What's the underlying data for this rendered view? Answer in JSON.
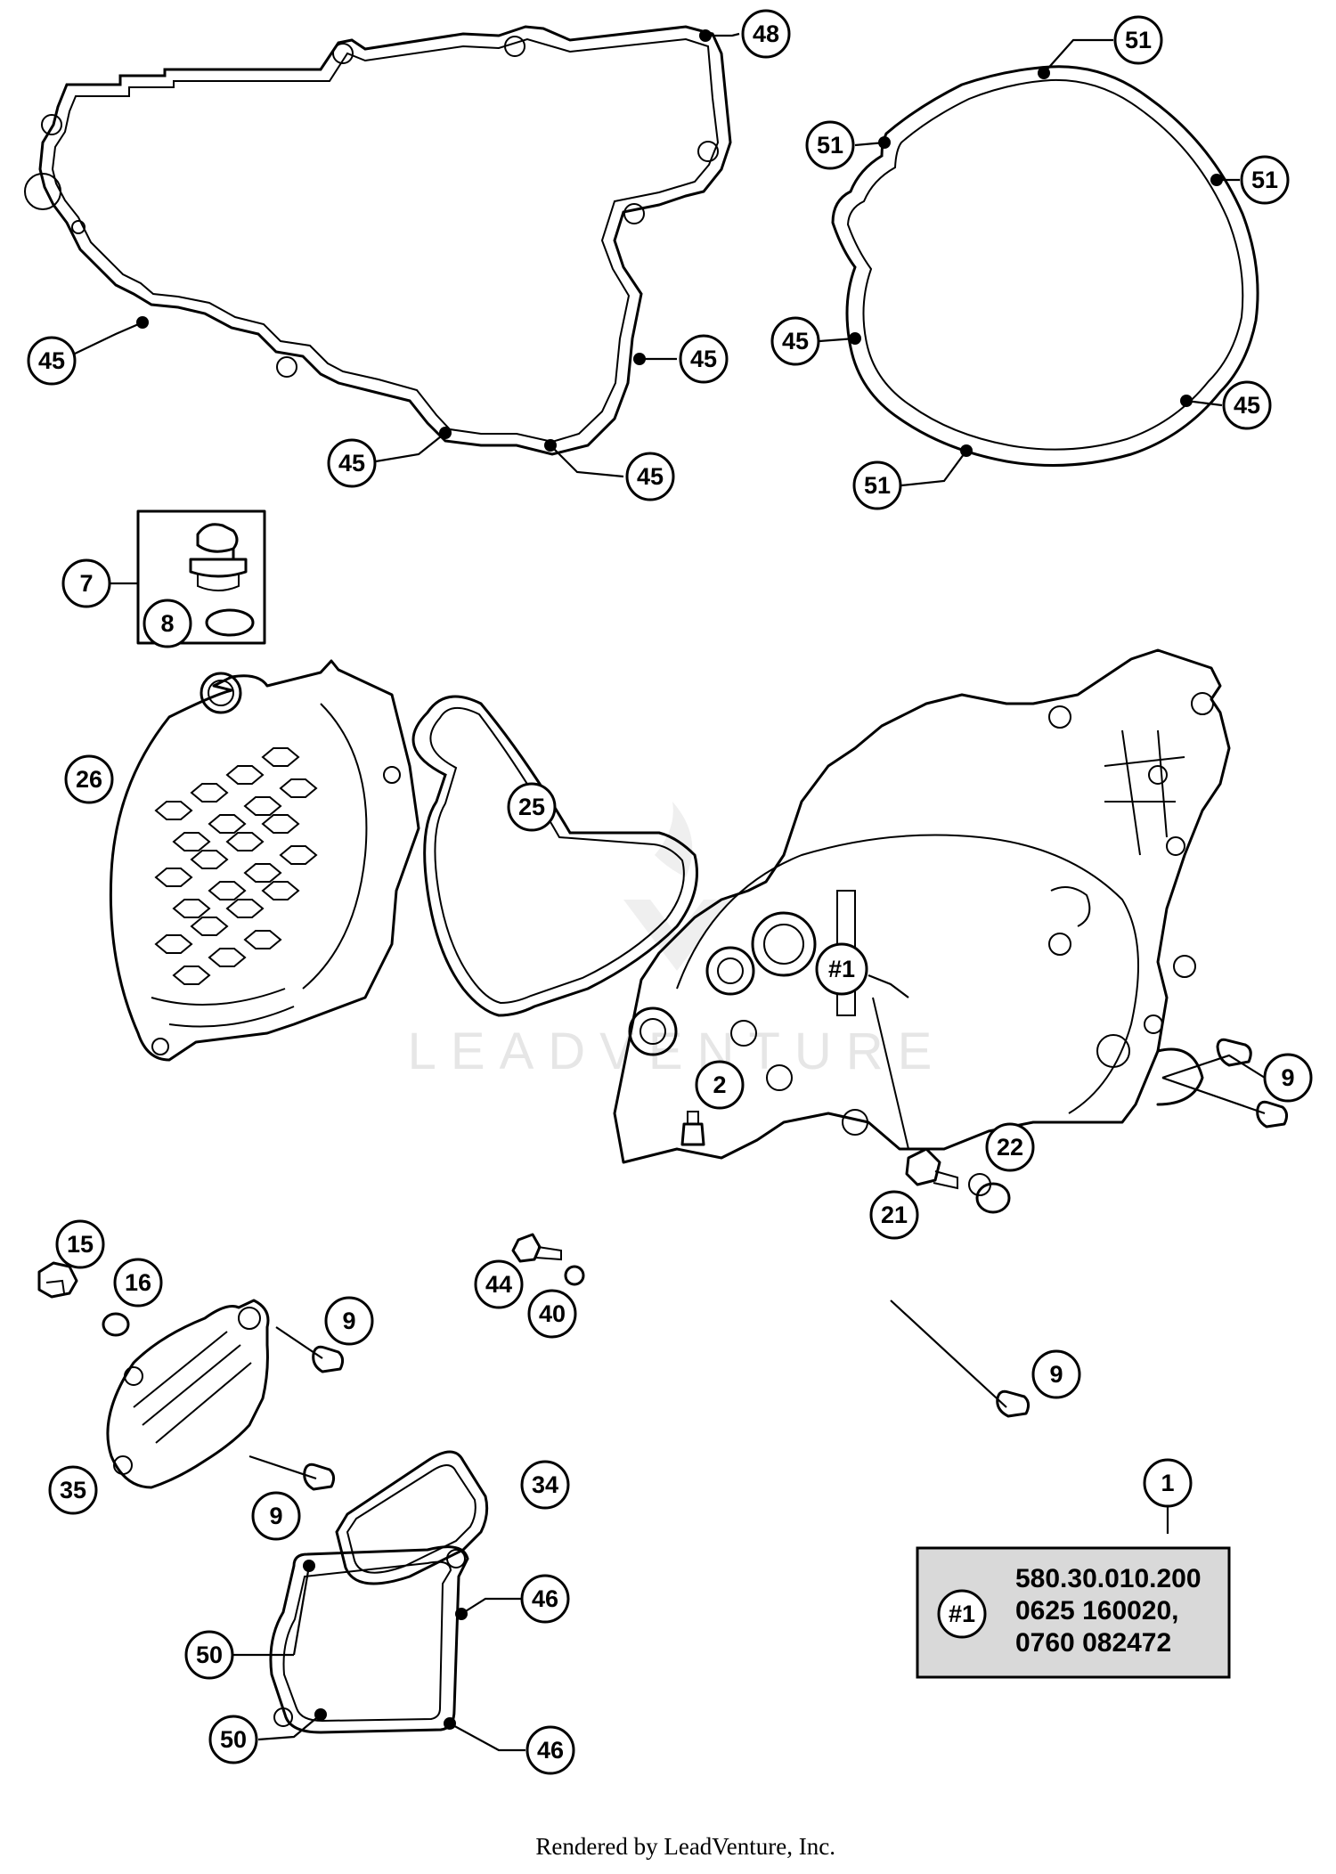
{
  "watermark": "LEADVENTURE",
  "footer": "Rendered by LeadVenture, Inc.",
  "info_box": {
    "ref": "#1",
    "lines": [
      "580.30.010.200",
      "0625 160020,",
      "0760 082472"
    ]
  },
  "callouts": {
    "c48": "48",
    "c45a": "45",
    "c45b": "45",
    "c45c": "45",
    "c45d": "45",
    "c51a": "51",
    "c51b": "51",
    "c51c": "51",
    "c51d": "51",
    "c45e": "45",
    "c45f": "45",
    "c7": "7",
    "c8": "8",
    "c26": "26",
    "c25": "25",
    "c1ref": "#1",
    "c9a": "9",
    "c2": "2",
    "c22": "22",
    "c21": "21",
    "c15": "15",
    "c16": "16",
    "c44": "44",
    "c40": "40",
    "c9b": "9",
    "c9c": "9",
    "c9d": "9",
    "c35": "35",
    "c34": "34",
    "c1": "1",
    "c50a": "50",
    "c46a": "46",
    "c50b": "50",
    "c46b": "46"
  }
}
